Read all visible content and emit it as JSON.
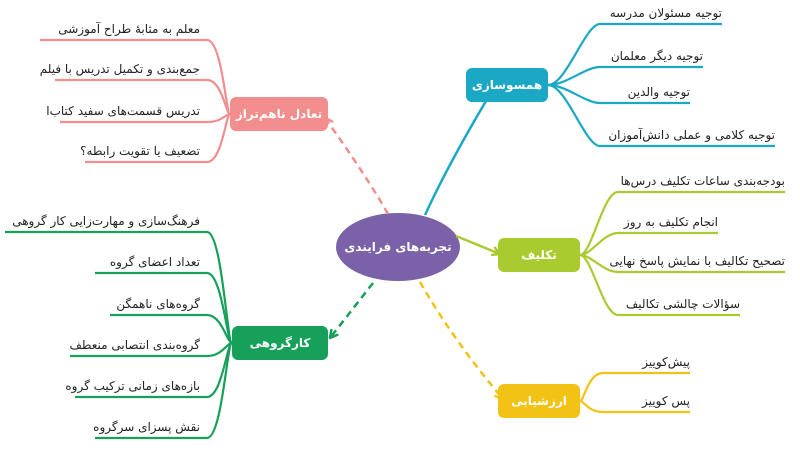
{
  "center": {
    "label": "تجربه‌های فرایندی",
    "color": "#7b62a8"
  },
  "branches": [
    {
      "key": "teacher",
      "label": "همسوسازی",
      "color": "#1aa8c4",
      "items": [
        "توجیه مسئولان مدرسه",
        "توجیه دیگر معلمان",
        "توجیه والدین",
        "توجیه کلامی و عملی دانش‌آموزان"
      ]
    },
    {
      "key": "homework",
      "label": "تکلیف",
      "color": "#a9cb2f",
      "items": [
        "بودجه‌بندی ساعات تکلیف درس‌ها",
        "انجام تکلیف به روز",
        "تصحیح تکالیف با نمایش پاسخ نهایی",
        "سؤالات چالشی تکالیف"
      ]
    },
    {
      "key": "evaluation",
      "label": "ارزشیابی",
      "color": "#f2c214",
      "items": [
        "پیش‌کوییز",
        "پس کوییز"
      ]
    },
    {
      "key": "group",
      "label": "کارگروهی",
      "color": "#16a05a",
      "items": [
        "فرهنگ‌سازی و مهارت‌زایی کار گروهی",
        "تعداد اعضای گروه",
        "گروه‌های ناهمگن",
        "گروه‌بندی انتصابی منعطف",
        "بازه‌های زمانی ترکیب گروه",
        "نقش پسزای سرگروه"
      ]
    },
    {
      "key": "balance",
      "label": "تعادل ناهم‌تراز",
      "color": "#f28e8e",
      "items": [
        "معلم به مثابهٔ طراح آموزشی",
        "جمع‌بندی و تکمیل تدریس با فیلم",
        "تدریس قسمت‌های سفید کتاب‌ا",
        "تضعیف یا تقویت رابطه؟"
      ]
    }
  ]
}
